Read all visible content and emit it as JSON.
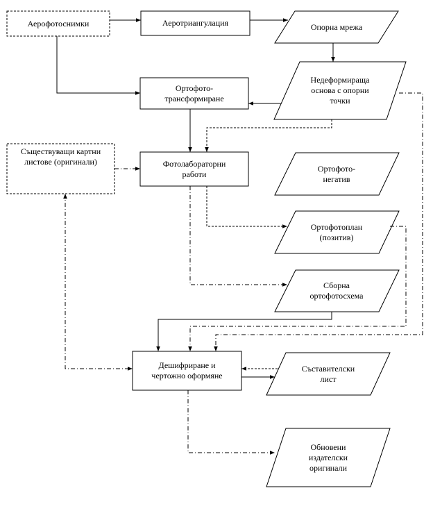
{
  "diagram": {
    "nodes": {
      "aerial_photos": "Аерофотоснимки",
      "aerotriangulation": "Аеротриангулация",
      "control_network": "Опорна мрежа",
      "undeformed_base": "Недеформираща\nоснова с опорни\nточки",
      "orthophoto_transform": "Ортофото-\nтрансформиране",
      "existing_map_sheets": "Съществуващи картни\nлистове (оригинали)",
      "photolab_works": "Фотолабораторни\nработи",
      "orthophoto_negative": "Ортофото-\nнегатив",
      "orthophoto_plan": "Ортофотоплан\n(позитив)",
      "composite_orthophoto_scheme": "Сборна\nортофотосхема",
      "deciphering_drafting": "Дешифриране и\nчертожно оформяне",
      "compilation_sheet": "Съставителски\nлист",
      "updated_originals": "Обновени\nиздателски\nоригинали"
    }
  }
}
